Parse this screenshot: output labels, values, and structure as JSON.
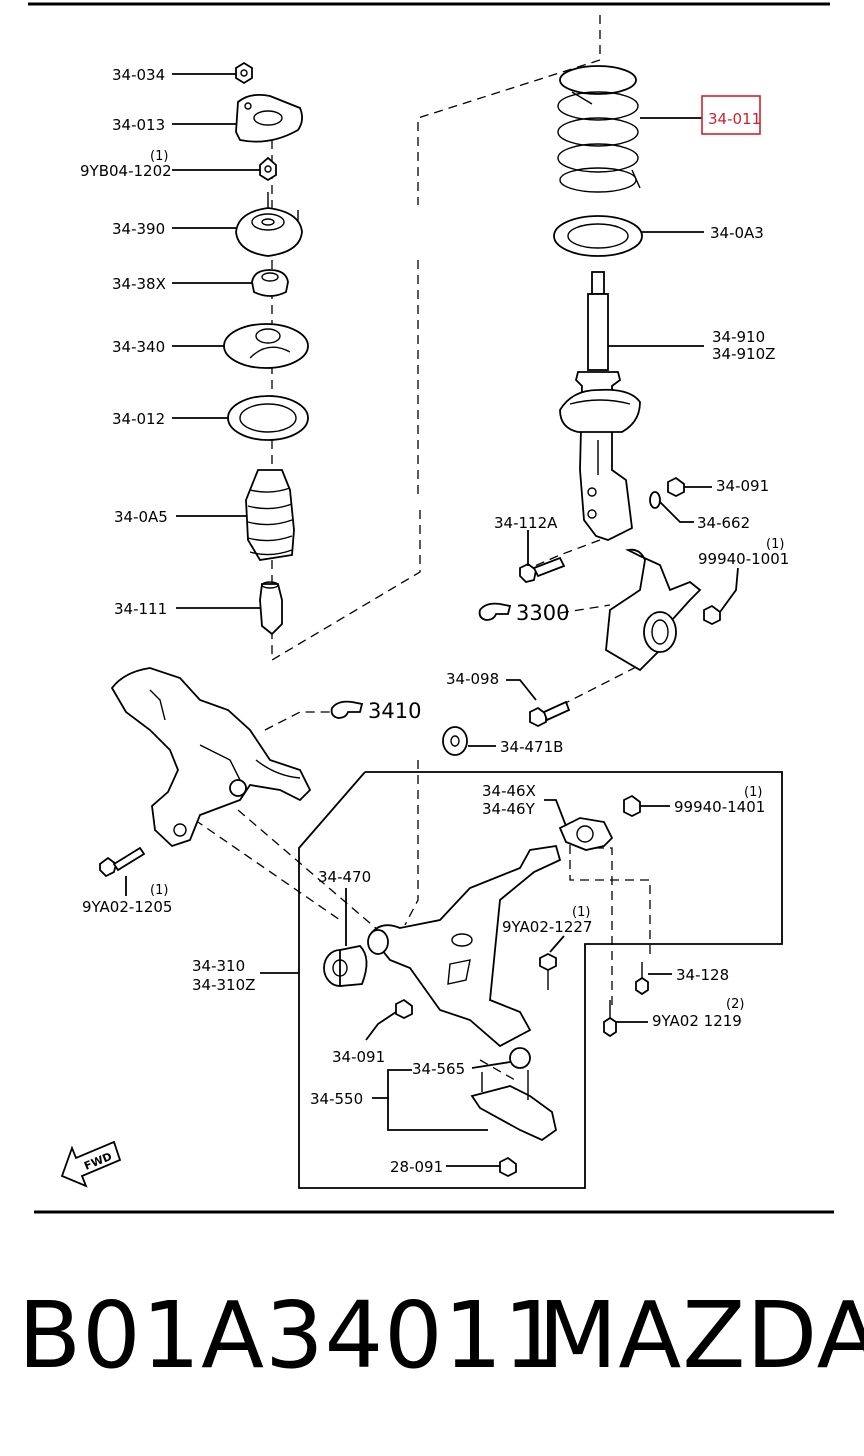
{
  "labels": {
    "l34034": "34-034",
    "l34013": "34-013",
    "q_9yb04": "(1)",
    "l9yb04": "9YB04-1202",
    "l34390": "34-390",
    "l3438x": "34-38X",
    "l34340": "34-340",
    "l34012": "34-012",
    "l340a5": "34-0A5",
    "l34111": "34-111",
    "l34011": "34-011",
    "l340a3": "34-0A3",
    "l34910": "34-910",
    "l34910z": "34-910Z",
    "l34091a": "34-091",
    "l34662": "34-662",
    "l34112a": "34-112A",
    "q_99940_1001": "(1)",
    "l99940_1001": "99940-1001",
    "ref3300": "3300",
    "l34098": "34-098",
    "ref3410": "3410",
    "l34471b": "34-471B",
    "l3446x": "34-46X",
    "l3446y": "34-46Y",
    "q_99940_1401": "(1)",
    "l99940_1401": "99940-1401",
    "q_9ya02_1205": "(1)",
    "l9ya02_1205": "9YA02-1205",
    "l34470": "34-470",
    "q_9ya02_1227": "(1)",
    "l9ya02_1227": "9YA02-1227",
    "l34128": "34-128",
    "l34310": "34-310",
    "l34310z": "34-310Z",
    "q_9ya02_1219": "(2)",
    "l9ya02_1219": "9YA02 1219",
    "l34091b": "34-091",
    "l34565": "34-565",
    "l34550": "34-550",
    "l28091": "28-091",
    "fwd": "FWD"
  },
  "footer": {
    "part_number": "B01A34011",
    "brand": "MAZDA"
  },
  "colors": {
    "line": "#000000",
    "highlight": "#d0202f"
  }
}
